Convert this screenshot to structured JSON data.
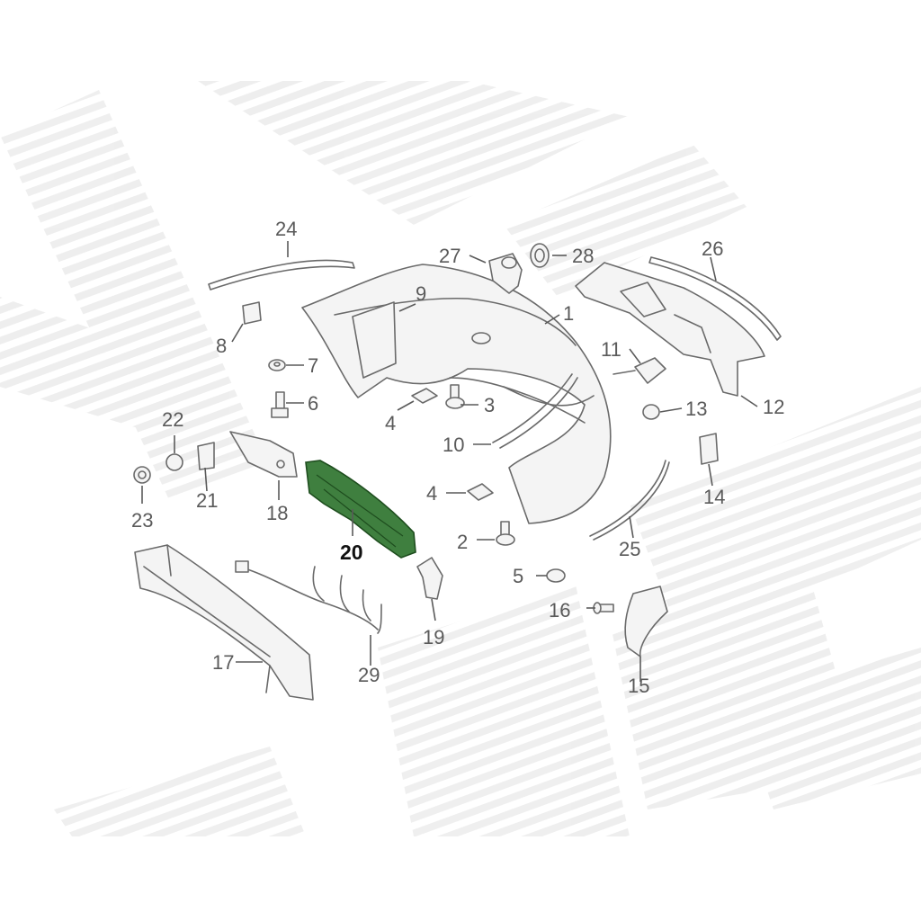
{
  "diagram": {
    "highlight_color": "#3f7f3f",
    "highlighted_part": "20",
    "callouts": [
      {
        "id": "c1",
        "text": "1"
      },
      {
        "id": "c2",
        "text": "2"
      },
      {
        "id": "c3",
        "text": "3"
      },
      {
        "id": "c4a",
        "text": "4"
      },
      {
        "id": "c4b",
        "text": "4"
      },
      {
        "id": "c5",
        "text": "5"
      },
      {
        "id": "c6",
        "text": "6"
      },
      {
        "id": "c7",
        "text": "7"
      },
      {
        "id": "c8",
        "text": "8"
      },
      {
        "id": "c9",
        "text": "9"
      },
      {
        "id": "c10",
        "text": "10"
      },
      {
        "id": "c11",
        "text": "11"
      },
      {
        "id": "c12",
        "text": "12"
      },
      {
        "id": "c13",
        "text": "13"
      },
      {
        "id": "c14",
        "text": "14"
      },
      {
        "id": "c15",
        "text": "15"
      },
      {
        "id": "c16",
        "text": "16"
      },
      {
        "id": "c17",
        "text": "17"
      },
      {
        "id": "c18",
        "text": "18"
      },
      {
        "id": "c19",
        "text": "19"
      },
      {
        "id": "c20",
        "text": "20"
      },
      {
        "id": "c21",
        "text": "21"
      },
      {
        "id": "c22",
        "text": "22"
      },
      {
        "id": "c23",
        "text": "23"
      },
      {
        "id": "c24",
        "text": "24"
      },
      {
        "id": "c25",
        "text": "25"
      },
      {
        "id": "c26",
        "text": "26"
      },
      {
        "id": "c27",
        "text": "27"
      },
      {
        "id": "c28",
        "text": "28"
      },
      {
        "id": "c29",
        "text": "29"
      }
    ]
  }
}
